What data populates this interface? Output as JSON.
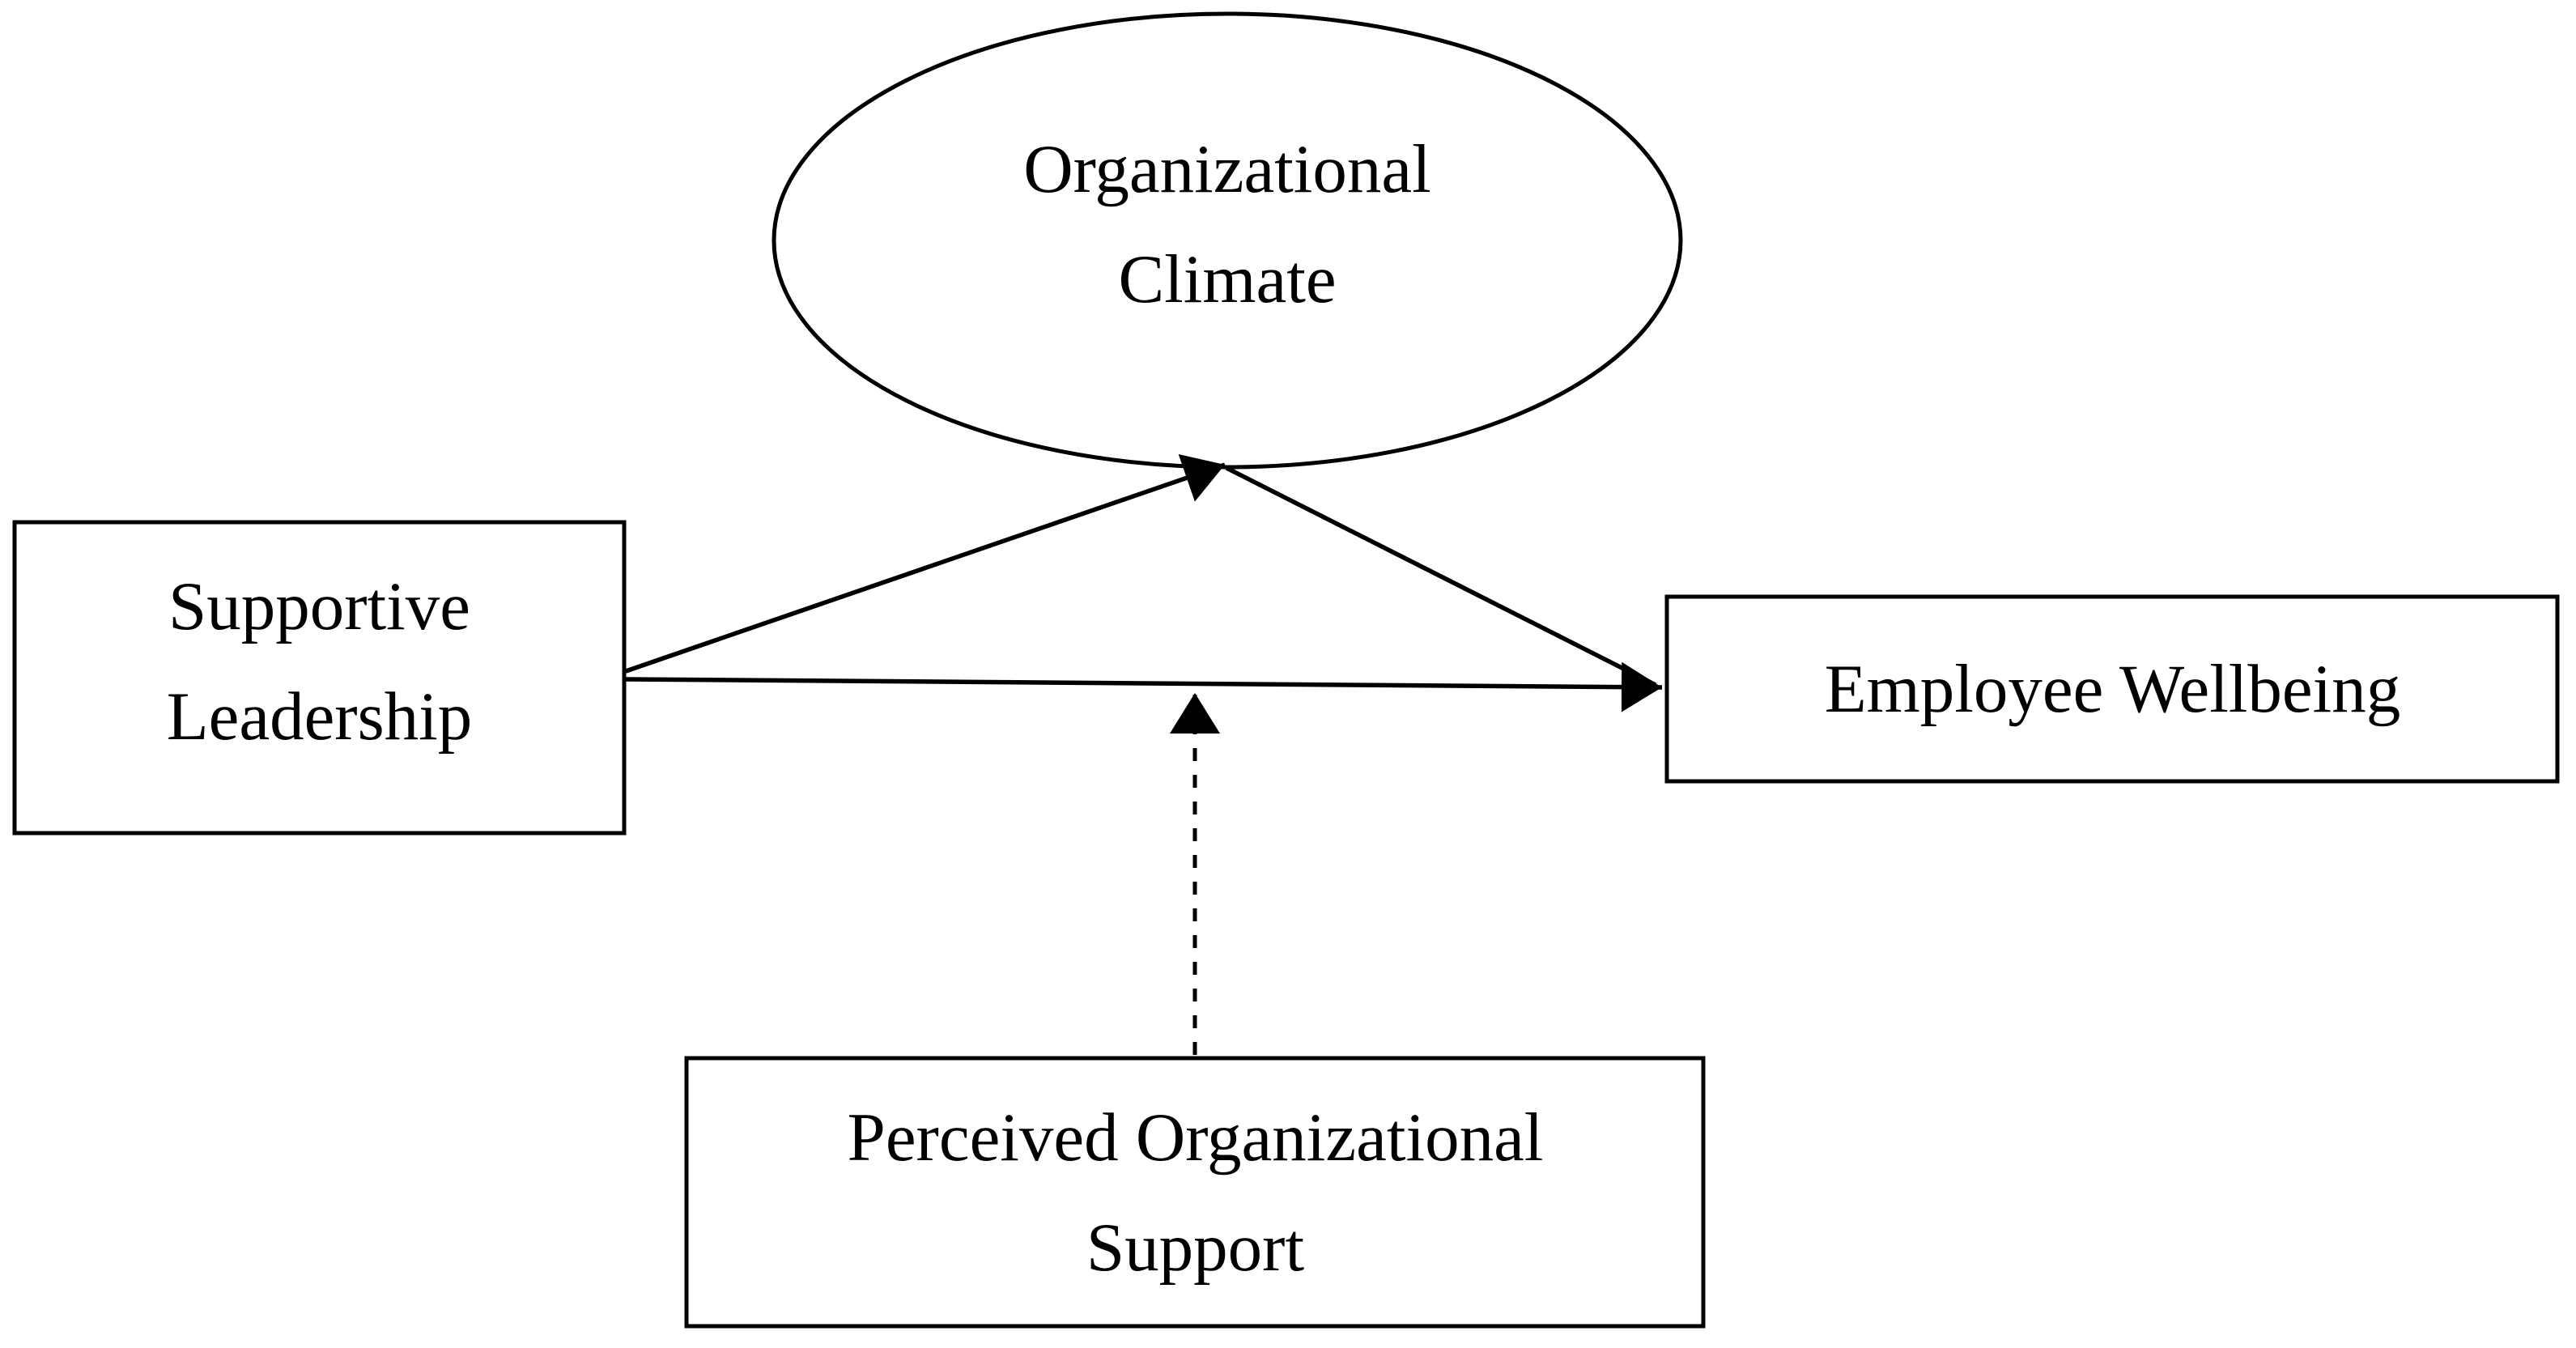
{
  "colors": {
    "background": "#ffffff",
    "stroke": "#000000",
    "text": "#000000"
  },
  "nodes": [
    {
      "id": "organizational-climate",
      "shape": "ellipse",
      "lines": [
        "Organizational",
        "Climate"
      ]
    },
    {
      "id": "supportive-leadership",
      "shape": "rectangle",
      "lines": [
        "Supportive",
        "Leadership"
      ]
    },
    {
      "id": "employee-wellbeing",
      "shape": "rectangle",
      "lines": [
        "Employee Wellbeing"
      ]
    },
    {
      "id": "perceived-organizational-support",
      "shape": "rectangle",
      "lines": [
        "Perceived Organizational",
        "Support"
      ]
    }
  ],
  "edges": [
    {
      "from": "supportive-leadership",
      "to": "organizational-climate",
      "style": "solid",
      "arrowhead": "filled-triangle"
    },
    {
      "from": "organizational-climate",
      "to": "employee-wellbeing",
      "style": "solid",
      "arrowhead": "filled-triangle"
    },
    {
      "from": "supportive-leadership",
      "to": "employee-wellbeing",
      "style": "solid",
      "arrowhead": "filled-triangle"
    },
    {
      "from": "perceived-organizational-support",
      "to": "supportive-leadership-to-employee-wellbeing-path",
      "style": "dashed",
      "arrowhead": "filled-triangle"
    }
  ]
}
